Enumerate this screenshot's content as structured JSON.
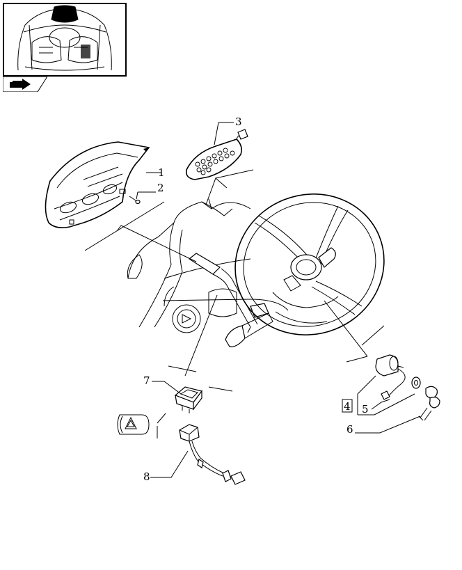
{
  "thumbnail": {
    "icon": "tractor-cab-overview-thumbnail"
  },
  "nav": {
    "icon": "next-page-arrow-icon"
  },
  "callouts": [
    {
      "id": "callout-1",
      "label": "1"
    },
    {
      "id": "callout-2",
      "label": "2"
    },
    {
      "id": "callout-3",
      "label": "3"
    },
    {
      "id": "callout-4",
      "label": "4"
    },
    {
      "id": "callout-5",
      "label": "5"
    },
    {
      "id": "callout-6",
      "label": "6"
    },
    {
      "id": "callout-7",
      "label": "7"
    },
    {
      "id": "callout-8",
      "label": "8"
    }
  ],
  "parts": {
    "instrument_cluster": "instrument-cluster",
    "screw": "screw",
    "keypad": "control-keypad",
    "ignition_switch": "ignition-switch",
    "washer": "washer",
    "keys": "ignition-keys",
    "hazard_switch": "hazard-switch",
    "hazard_symbol": "hazard-warning-triangle-icon",
    "harness": "wiring-harness",
    "steering_wheel": "steering-wheel",
    "dashboard": "dashboard"
  }
}
